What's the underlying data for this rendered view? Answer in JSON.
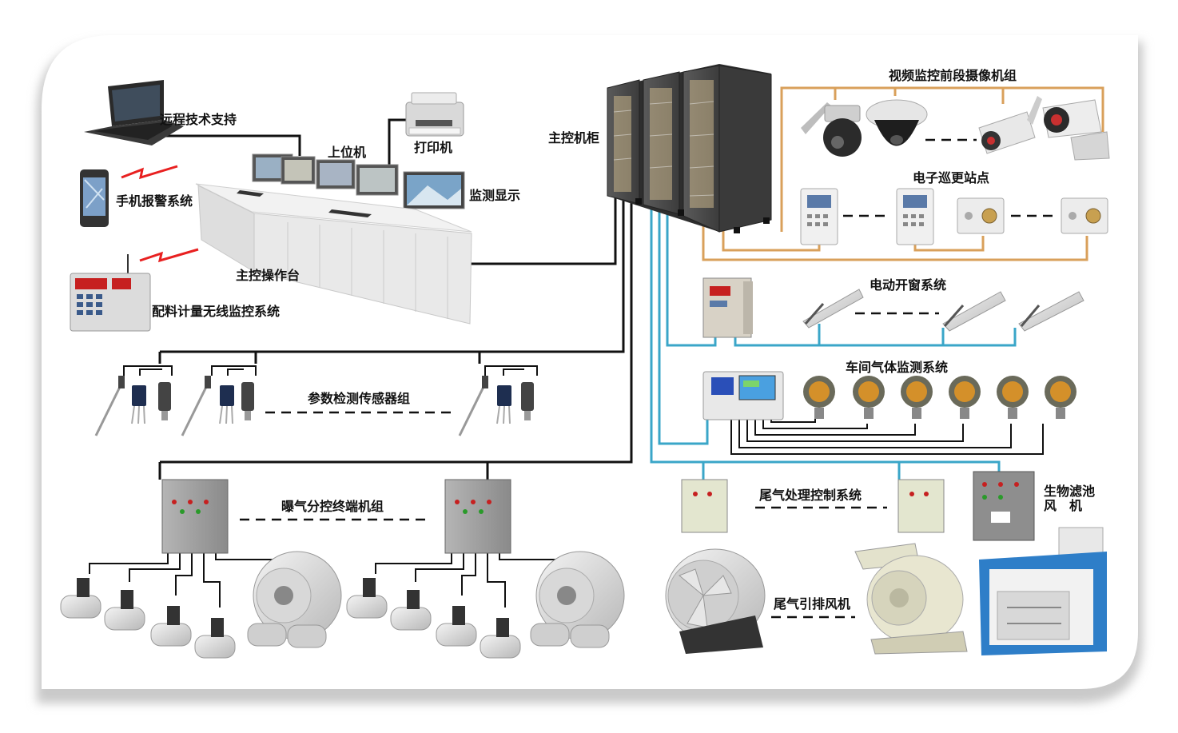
{
  "labels": {
    "remote_support": "远程技术支持",
    "host_pc": "上位机",
    "printer": "打印机",
    "mobile_alarm": "手机报警系统",
    "monitor_display": "监测显示",
    "console": "主控操作台",
    "batching_wireless": "配料计量无线监控系统",
    "main_cabinet": "主控机柜",
    "camera_group": "视频监控前段摄像机组",
    "patrol_stations": "电子巡更站点",
    "window_system": "电动开窗系统",
    "gas_monitoring": "车间气体监测系统",
    "sensor_group": "参数检测传感器组",
    "aeration_terminals": "曝气分控终端机组",
    "exhaust_control": "尾气处理控制系统",
    "biofilter_line1": "生物滤池",
    "biofilter_line2": "风　机",
    "exhaust_fan": "尾气引排风机"
  },
  "colors": {
    "black_line": "#111111",
    "orange_line": "#d9a05b",
    "blue_line": "#3aa6c8",
    "cabinet": "#4a4a4a",
    "box_grey": "#9a9a9a",
    "panel_green": "#e3e6cf"
  },
  "icons": [
    "laptop-icon",
    "printer-icon",
    "monitor-icon",
    "phone-icon",
    "wireless-signal-icon",
    "controller-icon",
    "console-icon",
    "server-cabinet-icon",
    "ptz-camera-icon",
    "dome-camera-icon",
    "bullet-camera-icon",
    "patrol-station-icon",
    "window-actuator-icon",
    "control-box-icon",
    "gas-detector-icon",
    "gas-controller-icon",
    "sensor-probe-icon",
    "pressure-transmitter-icon",
    "solenoid-valve-icon",
    "blower-icon",
    "axial-fan-icon",
    "centrifugal-fan-icon",
    "cabinet-fan-icon"
  ]
}
